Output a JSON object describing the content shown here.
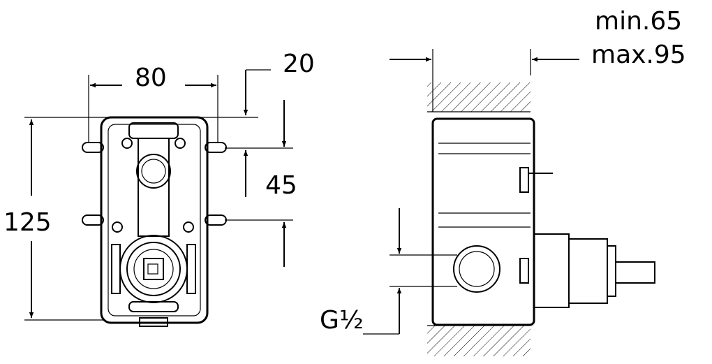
{
  "drawing": {
    "front_view": {
      "width_dim": "80",
      "offset_dim": "20",
      "spacing_dim": "45",
      "height_dim": "125"
    },
    "side_view": {
      "depth_min": "min.65",
      "depth_max": "max.95",
      "thread_label": "G½"
    },
    "colors": {
      "line": "#000000",
      "background": "#ffffff"
    }
  }
}
